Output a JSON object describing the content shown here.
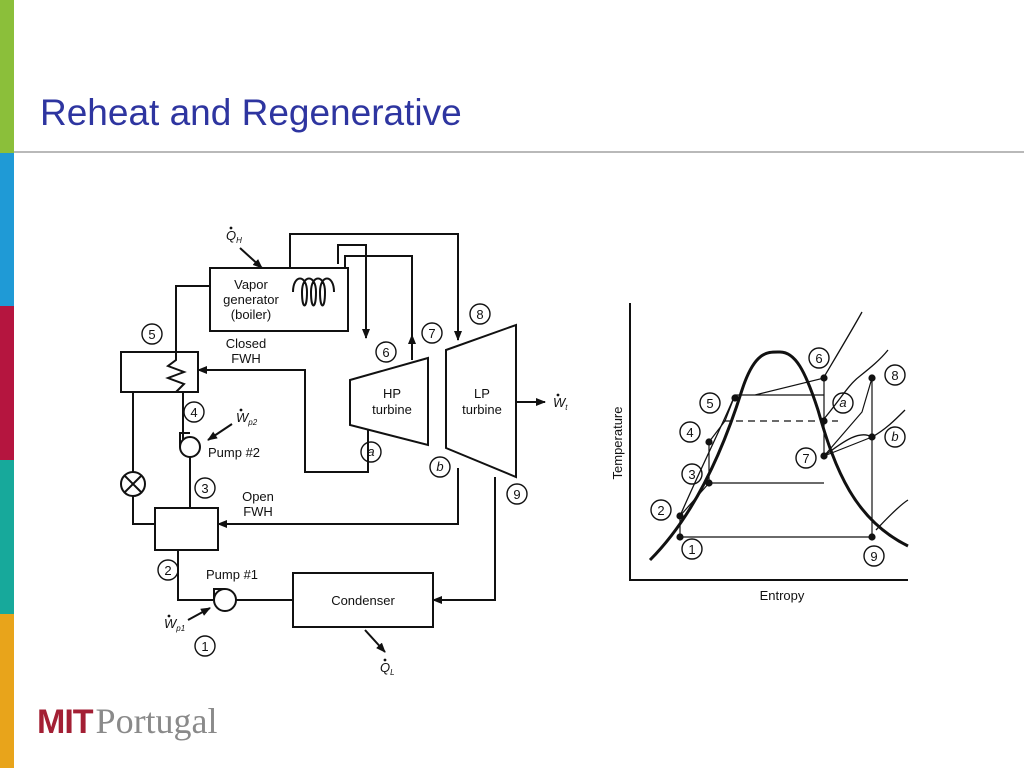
{
  "slide": {
    "title": "Reheat and Regenerative",
    "colors": {
      "title": "#2e35a0",
      "accent_green": "#8bbf3a",
      "accent_blue": "#1f9ad6",
      "accent_red": "#b5153f",
      "accent_teal": "#17a99b",
      "accent_orange": "#e8a41b",
      "logo_red": "#a31f34",
      "logo_gray": "#8a8a8a"
    }
  },
  "logo": {
    "mit": "MIT",
    "portugal": "Portugal"
  },
  "schematic": {
    "boiler": [
      "Vapor",
      "generator",
      "(boiler)"
    ],
    "closed_fwh": [
      "Closed",
      "FWH"
    ],
    "open_fwh": [
      "Open",
      "FWH"
    ],
    "hp_turbine": [
      "HP",
      "turbine"
    ],
    "lp_turbine": [
      "LP",
      "turbine"
    ],
    "pump2": "Pump #2",
    "pump1": "Pump #1",
    "condenser": "Condenser",
    "q_h": "Q",
    "q_h_sub": "H",
    "q_l": "Q",
    "q_l_sub": "L",
    "w_t": "W",
    "w_t_sub": "t",
    "w_p2": "W",
    "w_p2_sub": "p2",
    "w_p1": "W",
    "w_p1_sub": "p1",
    "state_labels": [
      "1",
      "2",
      "3",
      "4",
      "5",
      "6",
      "7",
      "8",
      "9",
      "a",
      "b"
    ]
  },
  "ts_diagram": {
    "ylabel": "Temperature",
    "xlabel": "Entropy",
    "state_labels": [
      "1",
      "2",
      "3",
      "4",
      "5",
      "6",
      "7",
      "8",
      "9",
      "a",
      "b"
    ]
  }
}
